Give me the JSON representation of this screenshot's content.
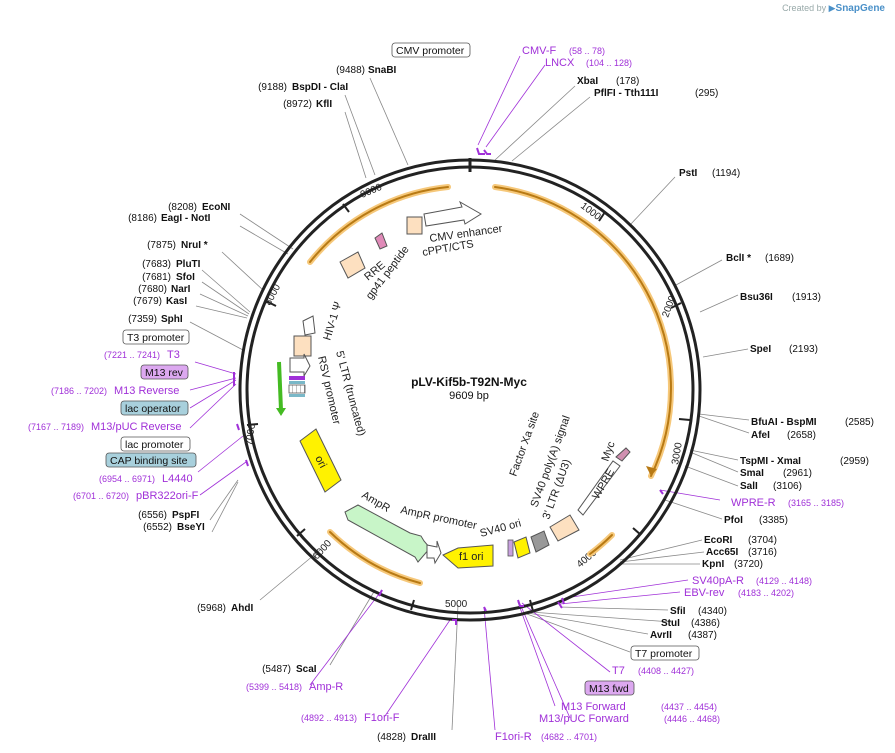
{
  "header": {
    "created_by": "Created by",
    "app_name": "SnapGene"
  },
  "plasmid": {
    "name": "pLV-Kif5b-T92N-Myc",
    "length_label": "9609 bp",
    "length": 9609
  },
  "colors": {
    "primer": "#a030d8",
    "orf": "#fff200",
    "ampr": "#c8f5c8",
    "bracket": "#f0a030",
    "green_arrow": "#44bb22"
  },
  "tick_labels": [
    "1000",
    "2000",
    "3000",
    "4000",
    "5000",
    "6000",
    "7000",
    "8000",
    "9000"
  ],
  "enzymes": [
    {
      "name": "SnaBI",
      "pos": "(9488)"
    },
    {
      "name": "BspDI - ClaI",
      "pos": "(9188)"
    },
    {
      "name": "KflI",
      "pos": "(8972)"
    },
    {
      "name": "EcoNI",
      "pos": "(8208)"
    },
    {
      "name": "EagI - NotI",
      "pos": "(8186)"
    },
    {
      "name": "NruI *",
      "pos": "(7875)"
    },
    {
      "name": "PluTI",
      "pos": "(7683)"
    },
    {
      "name": "SfoI",
      "pos": "(7681)"
    },
    {
      "name": "NarI",
      "pos": "(7680)"
    },
    {
      "name": "KasI",
      "pos": "(7679)"
    },
    {
      "name": "SphI",
      "pos": "(7359)"
    },
    {
      "name": "PspFI",
      "pos": "(6556)"
    },
    {
      "name": "BseYI",
      "pos": "(6552)"
    },
    {
      "name": "AhdI",
      "pos": "(5968)"
    },
    {
      "name": "ScaI",
      "pos": "(5487)"
    },
    {
      "name": "DraIII",
      "pos": "(4828)"
    },
    {
      "name": "XbaI",
      "pos": "(178)"
    },
    {
      "name": "PflFI - Tth111I",
      "pos": "(295)"
    },
    {
      "name": "PstI",
      "pos": "(1194)"
    },
    {
      "name": "BclI *",
      "pos": "(1689)"
    },
    {
      "name": "Bsu36I",
      "pos": "(1913)"
    },
    {
      "name": "SpeI",
      "pos": "(2193)"
    },
    {
      "name": "BfuAI - BspMI",
      "pos": "(2585)"
    },
    {
      "name": "AfeI",
      "pos": "(2658)"
    },
    {
      "name": "TspMI - XmaI",
      "pos": "(2959)"
    },
    {
      "name": "SmaI",
      "pos": "(2961)"
    },
    {
      "name": "SalI",
      "pos": "(3106)"
    },
    {
      "name": "PfoI",
      "pos": "(3385)"
    },
    {
      "name": "EcoRI",
      "pos": "(3704)"
    },
    {
      "name": "Acc65I",
      "pos": "(3716)"
    },
    {
      "name": "KpnI",
      "pos": "(3720)"
    },
    {
      "name": "SfiI",
      "pos": "(4340)"
    },
    {
      "name": "StuI",
      "pos": "(4386)"
    },
    {
      "name": "AvrII",
      "pos": "(4387)"
    }
  ],
  "primers": [
    {
      "name": "CMV-F",
      "range": "(58 .. 78)"
    },
    {
      "name": "LNCX",
      "range": "(104 .. 128)"
    },
    {
      "name": "T3",
      "range": "(7221 .. 7241)"
    },
    {
      "name": "M13 Reverse",
      "range": "(7186 .. 7202)"
    },
    {
      "name": "M13/pUC Reverse",
      "range": "(7167 .. 7189)"
    },
    {
      "name": "L4440",
      "range": "(6954 .. 6971)"
    },
    {
      "name": "pBR322ori-F",
      "range": "(6701 .. 6720)"
    },
    {
      "name": "Amp-R",
      "range": "(5399 .. 5418)"
    },
    {
      "name": "F1ori-F",
      "range": "(4892 .. 4913)"
    },
    {
      "name": "F1ori-R",
      "range": "(4682 .. 4701)"
    },
    {
      "name": "WPRE-R",
      "range": "(3165 .. 3185)"
    },
    {
      "name": "SV40pA-R",
      "range": "(4129 .. 4148)"
    },
    {
      "name": "EBV-rev",
      "range": "(4183 .. 4202)"
    },
    {
      "name": "T7",
      "range": "(4408 .. 4427)"
    },
    {
      "name": "M13 Forward",
      "range": "(4437 .. 4454)"
    },
    {
      "name": "M13/pUC Forward",
      "range": "(4446 .. 4468)"
    }
  ],
  "boxed_labels": [
    "CMV promoter",
    "T3 promoter",
    "M13 rev",
    "lac operator",
    "lac promoter",
    "CAP binding site",
    "T7 promoter",
    "M13 fwd"
  ],
  "features": [
    "CMV enhancer",
    "cPPT/CTS",
    "RRE",
    "gp41 peptide",
    "HIV-1 Ψ",
    "5' LTR (truncated)",
    "RSV promoter",
    "ori",
    "AmpR",
    "AmpR promoter",
    "f1 ori",
    "SV40 ori",
    "3' LTR (ΔU3)",
    "SV40 poly(A) signal",
    "Myc",
    "WPRE",
    "Factor Xa site"
  ]
}
